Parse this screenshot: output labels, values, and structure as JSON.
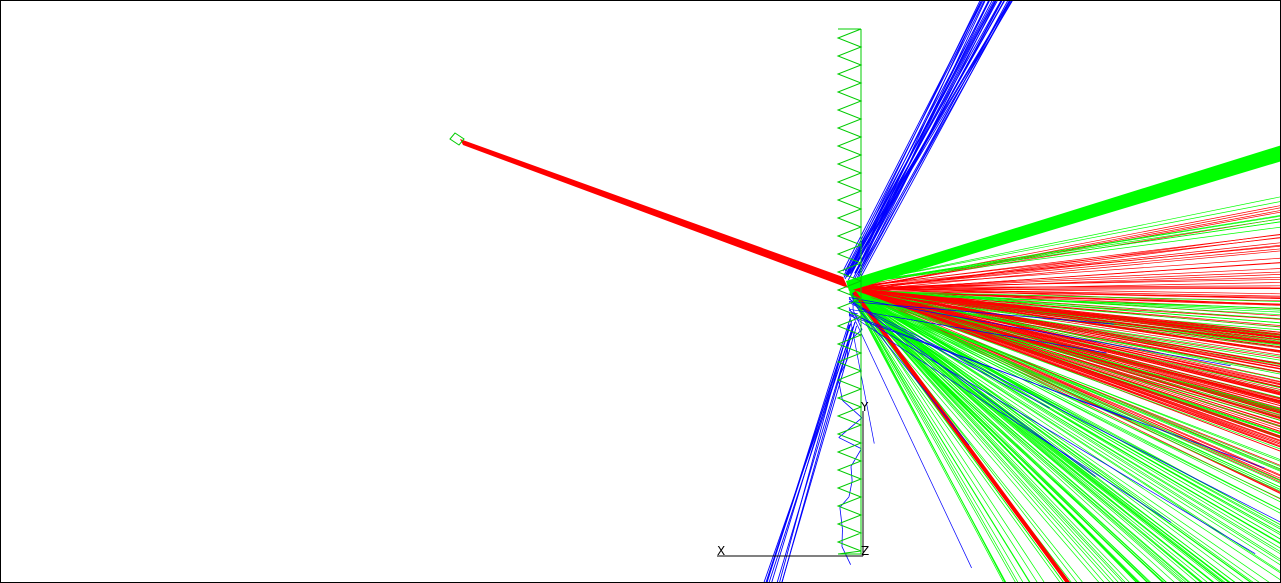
{
  "scene": {
    "colors": {
      "background": "#ffffff",
      "frame": "#000000",
      "grating": "#00cc00",
      "source": "#00cc00",
      "incident_beam": "#ff0000",
      "diffracted_green": "#00ff00",
      "diffracted_red": "#ff0000",
      "scatter_blue": "#0000ff",
      "axis": "#000000"
    },
    "axes": {
      "x_label": "X",
      "y_label": "Y",
      "z_label": "Z"
    }
  }
}
